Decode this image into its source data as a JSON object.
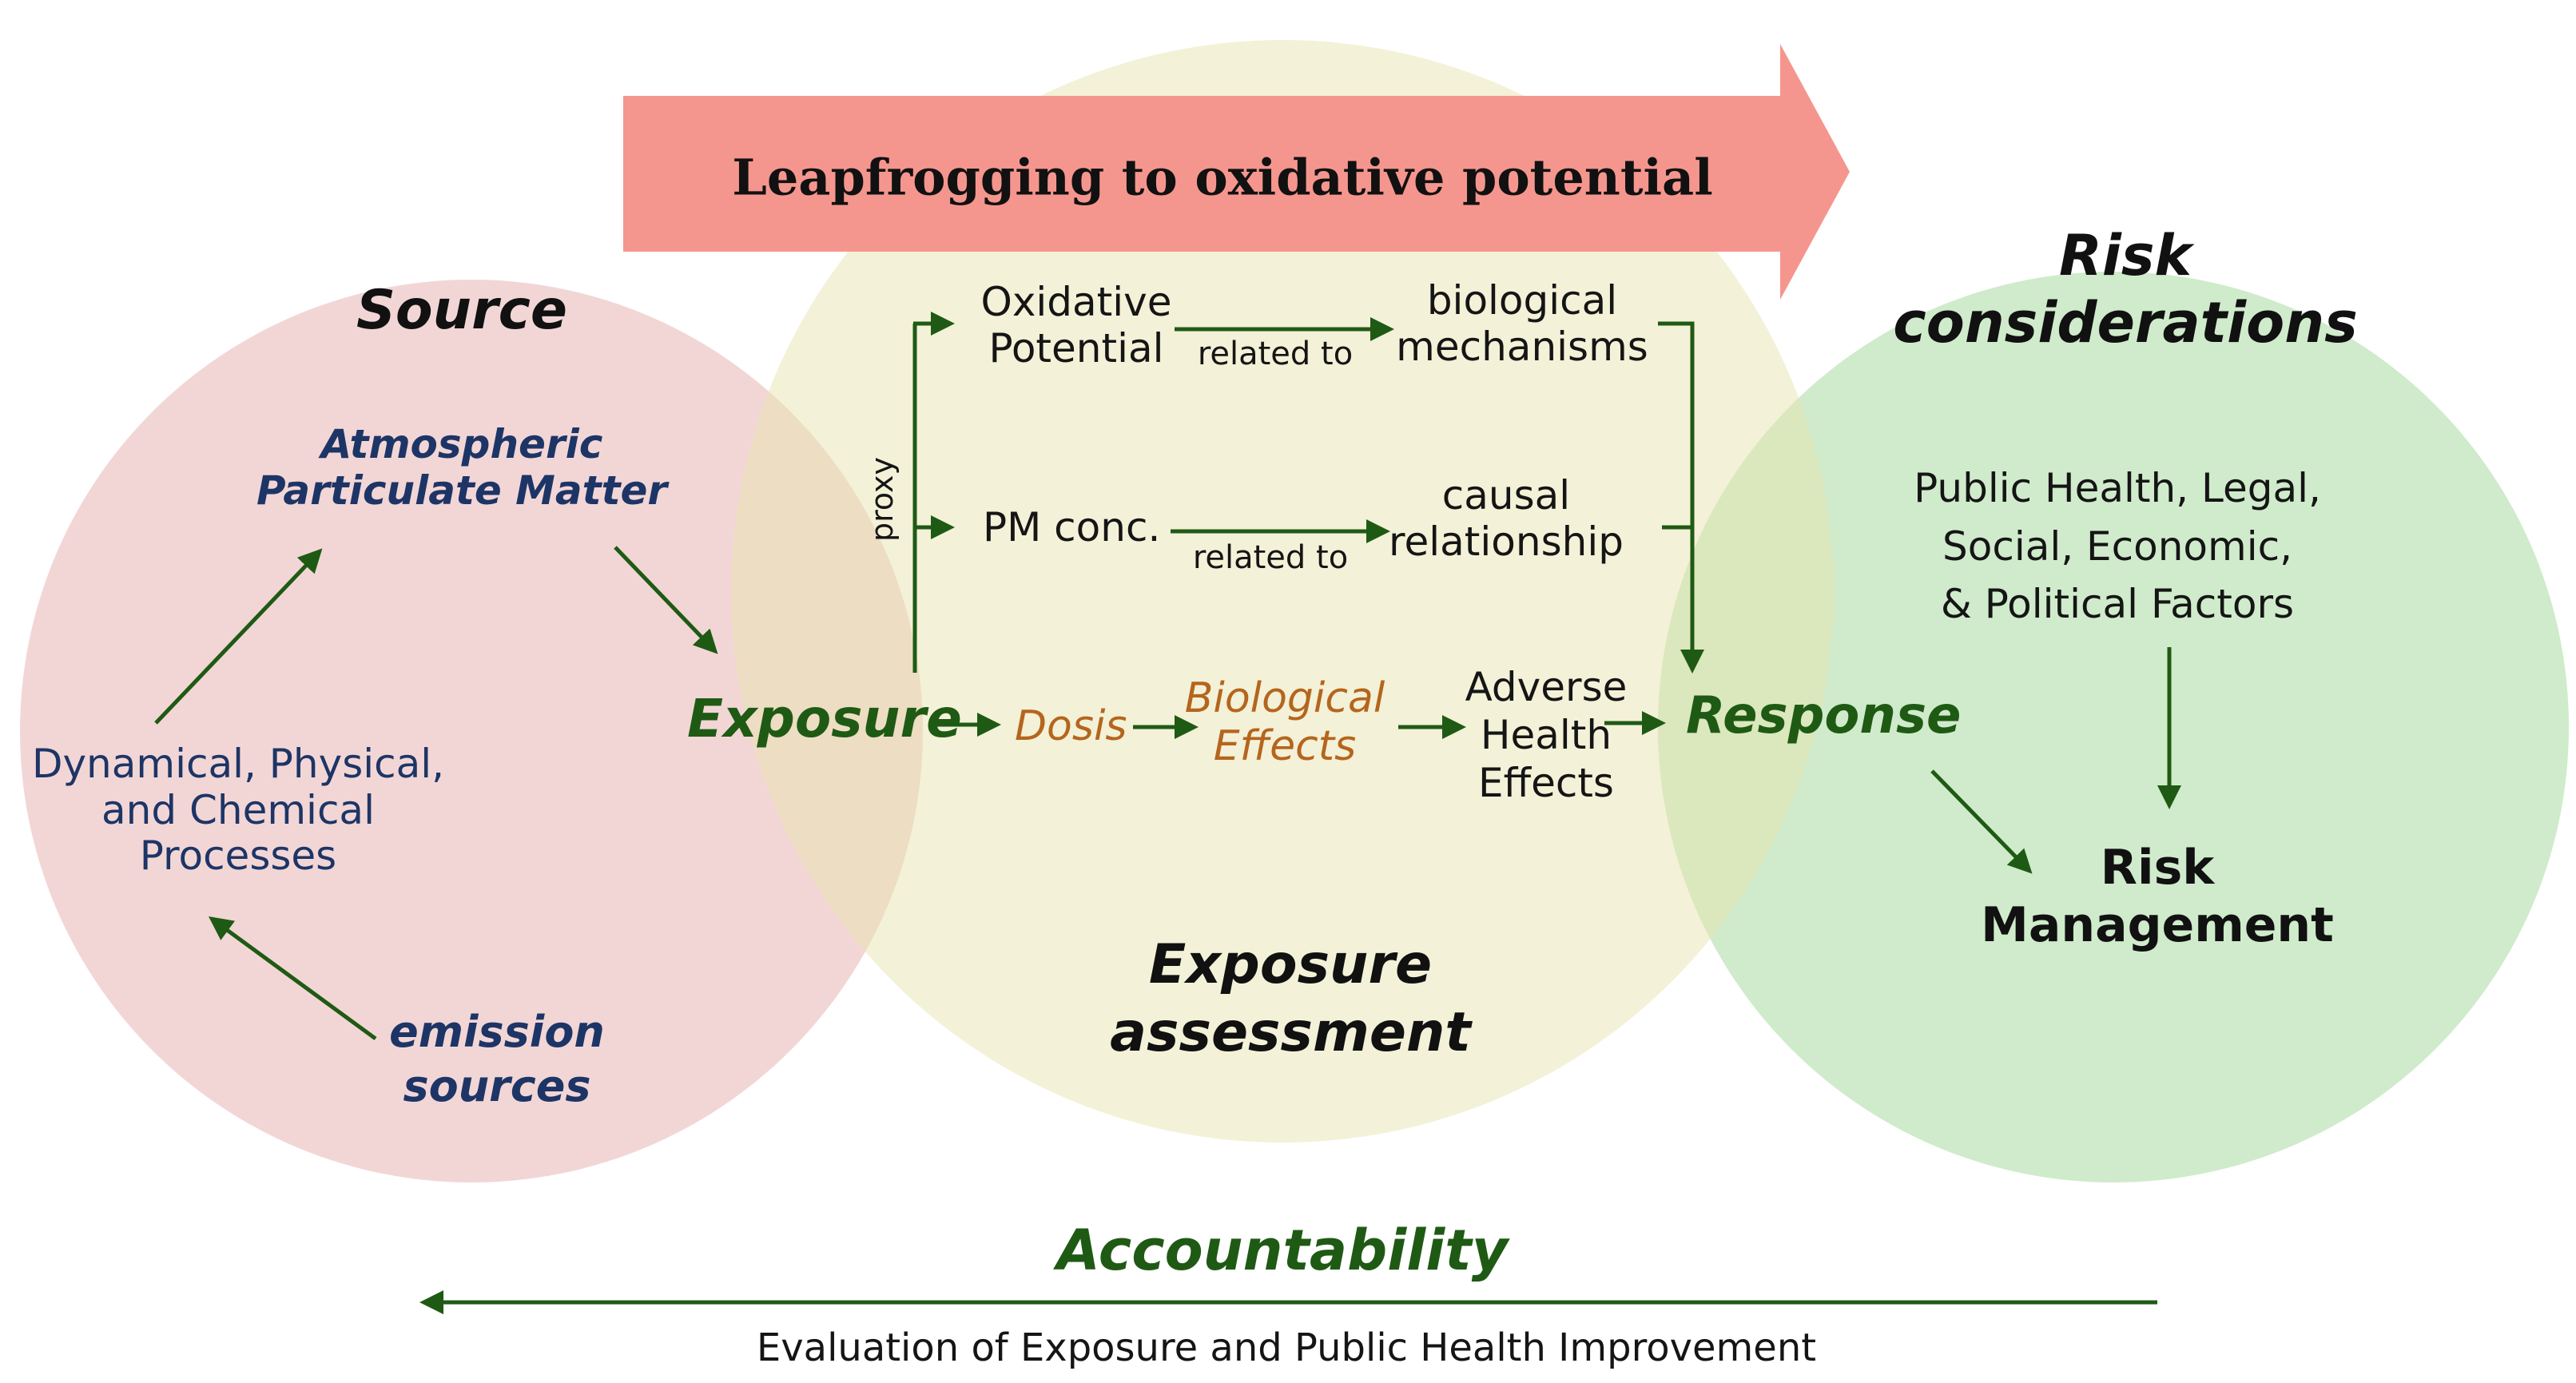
{
  "banner": {
    "label": "Leapfrogging to oxidative potential"
  },
  "circles": {
    "source": {
      "title": "Source",
      "color": "#f2d6d6"
    },
    "exposure_assessment": {
      "title_line1": "Exposure",
      "title_line2": "assessment",
      "color": "#eceac3"
    },
    "risk_considerations": {
      "title_line1": "Risk",
      "title_line2": "considerations",
      "color": "#c7e8c2"
    }
  },
  "source_nodes": {
    "atmospheric_pm": {
      "line1": "Atmospheric",
      "line2": "Particulate Matter"
    },
    "processes": {
      "line1": "Dynamical, Physical,",
      "line2": "and Chemical",
      "line3": "Processes"
    },
    "emission_sources": {
      "line1": "emission",
      "line2": "sources"
    }
  },
  "pathway": {
    "exposure": "Exposure",
    "proxy": "proxy",
    "oxidative_potential": {
      "line1": "Oxidative",
      "line2": "Potential"
    },
    "related_to_1": "related to",
    "biological_mechanisms": {
      "line1": "biological",
      "line2": "mechanisms"
    },
    "pm_conc": "PM conc.",
    "related_to_2": "related to",
    "causal_relationship": {
      "line1": "causal",
      "line2": "relationship"
    },
    "dosis": "Dosis",
    "biological_effects": {
      "line1": "Biological",
      "line2": "Effects"
    },
    "adverse_health_effects": {
      "line1": "Adverse",
      "line2": "Health",
      "line3": "Effects"
    },
    "response": "Response"
  },
  "risk": {
    "factors": {
      "line1": "Public Health, Legal,",
      "line2": "Social, Economic,",
      "line3": "& Political Factors"
    },
    "management": {
      "line1": "Risk",
      "line2": "Management"
    }
  },
  "accountability": {
    "title": "Accountability",
    "subtitle": "Evaluation of Exposure and Public Health Improvement"
  },
  "colors": {
    "arrow_green": "#1f5a14",
    "banner_fill": "#f5968e",
    "text_blue": "#1d3566",
    "text_orange": "#b5651d"
  }
}
